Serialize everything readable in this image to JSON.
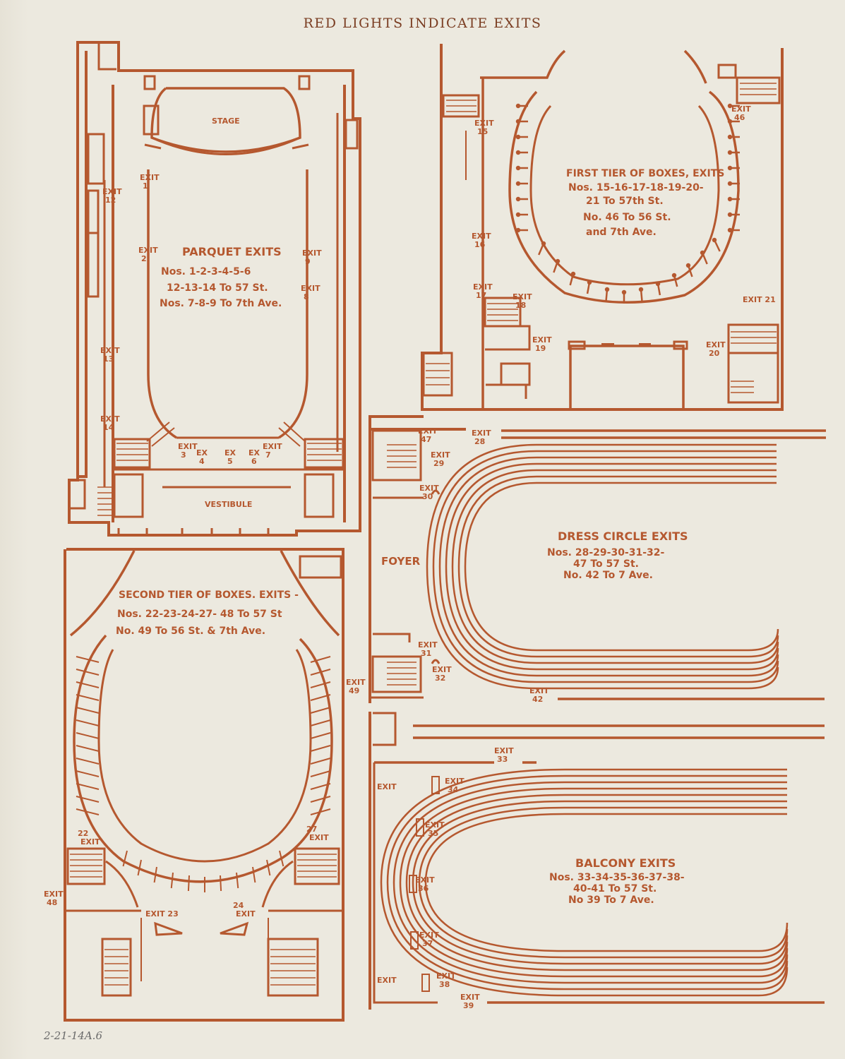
{
  "header": {
    "text": "RED LIGHTS INDICATE EXITS"
  },
  "footer": {
    "note": "2-21-14A.6"
  },
  "colors": {
    "ink": "#b5582f",
    "paper": "#ece9df",
    "header_ink": "#7a3d22"
  },
  "panels": {
    "parquet": {
      "room_stage": "STAGE",
      "room_vestibule": "VESTIBULE",
      "title": "PARQUET EXITS",
      "lines": [
        "Nos. 1-2-3-4-5-6",
        "12-13-14 To 57 St.",
        "Nos. 7-8-9 To 7th Ave."
      ],
      "exits": {
        "e1": [
          "EXIT",
          "1"
        ],
        "e2": [
          "EXIT",
          "2"
        ],
        "e12": [
          "EXIT",
          "12"
        ],
        "e13": [
          "EXIT",
          "13"
        ],
        "e14": [
          "EXIT",
          "14"
        ],
        "e9": [
          "EXIT",
          "9"
        ],
        "e8": [
          "EXIT",
          "8"
        ],
        "e3": [
          "EXIT",
          "3"
        ],
        "e7": [
          "EXIT",
          "7"
        ],
        "e4": [
          "EX",
          "4"
        ],
        "e5": [
          "EX",
          "5"
        ],
        "e6": [
          "EX",
          "6"
        ]
      }
    },
    "first_tier": {
      "title": "FIRST TIER OF BOXES, EXITS",
      "lines": [
        "Nos. 15-16-17-18-19-20-",
        "21 To 57th St.",
        "No. 46 To 56 St.",
        "and 7th Ave."
      ],
      "exits": {
        "e15": [
          "EXIT",
          "15"
        ],
        "e16": [
          "EXIT",
          "16"
        ],
        "e17": [
          "EXIT",
          "17"
        ],
        "e18": [
          "EXIT",
          "18"
        ],
        "e19": [
          "EXIT",
          "19"
        ],
        "e20": [
          "EXIT",
          "20"
        ],
        "e21": [
          "EXIT 21",
          ""
        ],
        "e46": [
          "EXIT",
          "46"
        ]
      }
    },
    "dress_circle": {
      "room_foyer": "FOYER",
      "title": "DRESS CIRCLE EXITS",
      "lines": [
        "Nos. 28-29-30-31-32-",
        "47 To 57 St.",
        "No. 42 To 7 Ave."
      ],
      "exits": {
        "e47": [
          "EXIT",
          "47"
        ],
        "e28": [
          "EXIT",
          "28"
        ],
        "e29": [
          "EXIT",
          "29"
        ],
        "e30": [
          "EXIT",
          "30"
        ],
        "e31": [
          "EXIT",
          "31"
        ],
        "e32": [
          "EXIT",
          "32"
        ],
        "e42": [
          "EXIT",
          "42"
        ]
      }
    },
    "second_tier": {
      "title": "SECOND TIER OF BOXES. EXITS -",
      "lines": [
        "Nos. 22-23-24-27- 48 To 57 St",
        "No. 49 To 56 St. & 7th Ave."
      ],
      "exits": {
        "e22": [
          "22",
          "EXIT"
        ],
        "e27": [
          "27",
          "EXIT"
        ],
        "e48": [
          "EXIT",
          "48"
        ],
        "e49": [
          "EXIT",
          "49"
        ],
        "e23": [
          "EXIT 23",
          ""
        ],
        "e24": [
          "24",
          "EXIT"
        ]
      }
    },
    "balcony": {
      "title": "BALCONY EXITS",
      "lines": [
        "Nos. 33-34-35-36-37-38-",
        "40-41 To 57 St.",
        "No 39 To 7 Ave."
      ],
      "exits": {
        "e33": [
          "EXIT",
          "33"
        ],
        "e34": [
          "EXIT",
          "34"
        ],
        "e35": [
          "EXIT",
          "35"
        ],
        "e36": [
          "EXIT",
          "36"
        ],
        "e37": [
          "EXIT",
          "37"
        ],
        "e38": [
          "EXIT",
          "38"
        ],
        "e39": [
          "EXIT",
          "39"
        ],
        "e41": [
          "EXIT",
          ""
        ],
        "e40": [
          "EXIT",
          ""
        ]
      }
    }
  }
}
